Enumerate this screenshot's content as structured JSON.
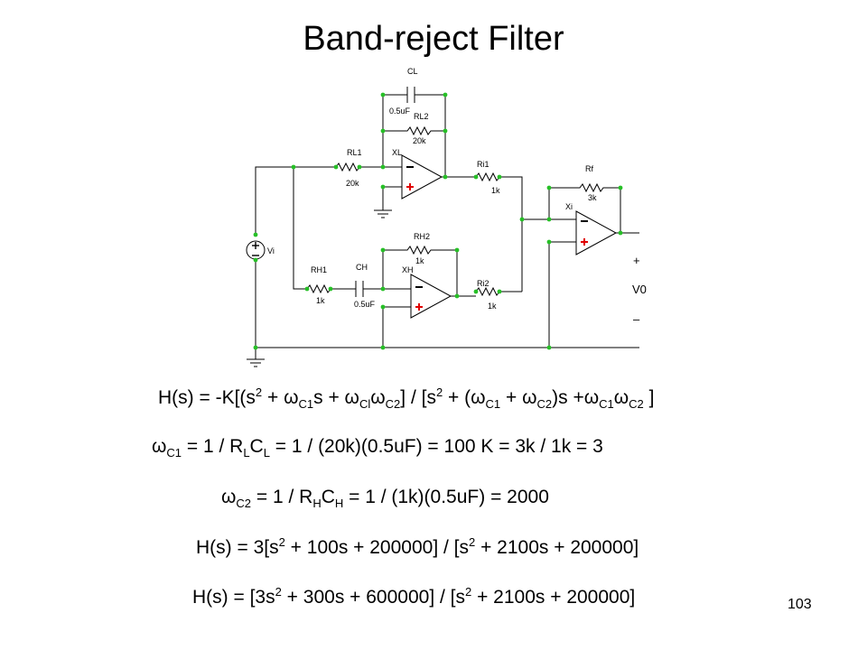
{
  "title": "Band-reject Filter",
  "components": {
    "cl": "CL",
    "cl_val": "0.5uF",
    "rl2": "RL2",
    "rl2_val": "20k",
    "rl1": "RL1",
    "rl1_val": "20k",
    "xl": "XL",
    "ri1": "Ri1",
    "ri1_val": "1k",
    "rf": "Rf",
    "rf_val": "3k",
    "xi": "Xi",
    "vi": "Vi",
    "rh2": "RH2",
    "rh2_val": "1k",
    "rh1": "RH1",
    "rh1_val": "1k",
    "ch": "CH",
    "ch_val": "0.5uF",
    "xh": "XH",
    "ri2": "Ri2",
    "ri2_val": "1k",
    "out_plus": "+",
    "out_label": "V0",
    "out_minus": "–"
  },
  "eq1": {
    "a": "H(s) = -K[(s",
    "a_sup": "2",
    "b": " + ω",
    "b_sub": "C1",
    "c": "s + ω",
    "c_sub": "Cl",
    "d": "ω",
    "d_sub": "C2",
    "e": "] / [s",
    "e_sup": "2",
    "f": " + (ω",
    "f_sub": "C1",
    "g": " + ω",
    "g_sub": "C2",
    "h": ")s +ω",
    "h_sub": "C1",
    "i": "ω",
    "i_sub": "C2",
    "j": " ]"
  },
  "eq2": {
    "a": "ω",
    "a_sub": "C1",
    "b": " = 1 / R",
    "b_sub": "L",
    "c": "C",
    "c_sub": "L",
    "d": " = 1 / (20k)(0.5uF) = 100   K = 3k / 1k = 3"
  },
  "eq3": {
    "a": "ω",
    "a_sub": "C2",
    "b": " = 1 / R",
    "b_sub": "H",
    "c": "C",
    "c_sub": "H",
    "d": " = 1 / (1k)(0.5uF) = 2000"
  },
  "eq4": {
    "a": "H(s) = 3[s",
    "a_sup": "2",
    "b": " + 100s + 200000] / [s",
    "b_sup": "2",
    "c": " + 2100s + 200000]"
  },
  "eq5": {
    "a": "H(s) = [3s",
    "a_sup": "2",
    "b": " + 300s + 600000] / [s",
    "b_sup": "2",
    "c": " + 2100s + 200000]"
  },
  "page_number": "103"
}
